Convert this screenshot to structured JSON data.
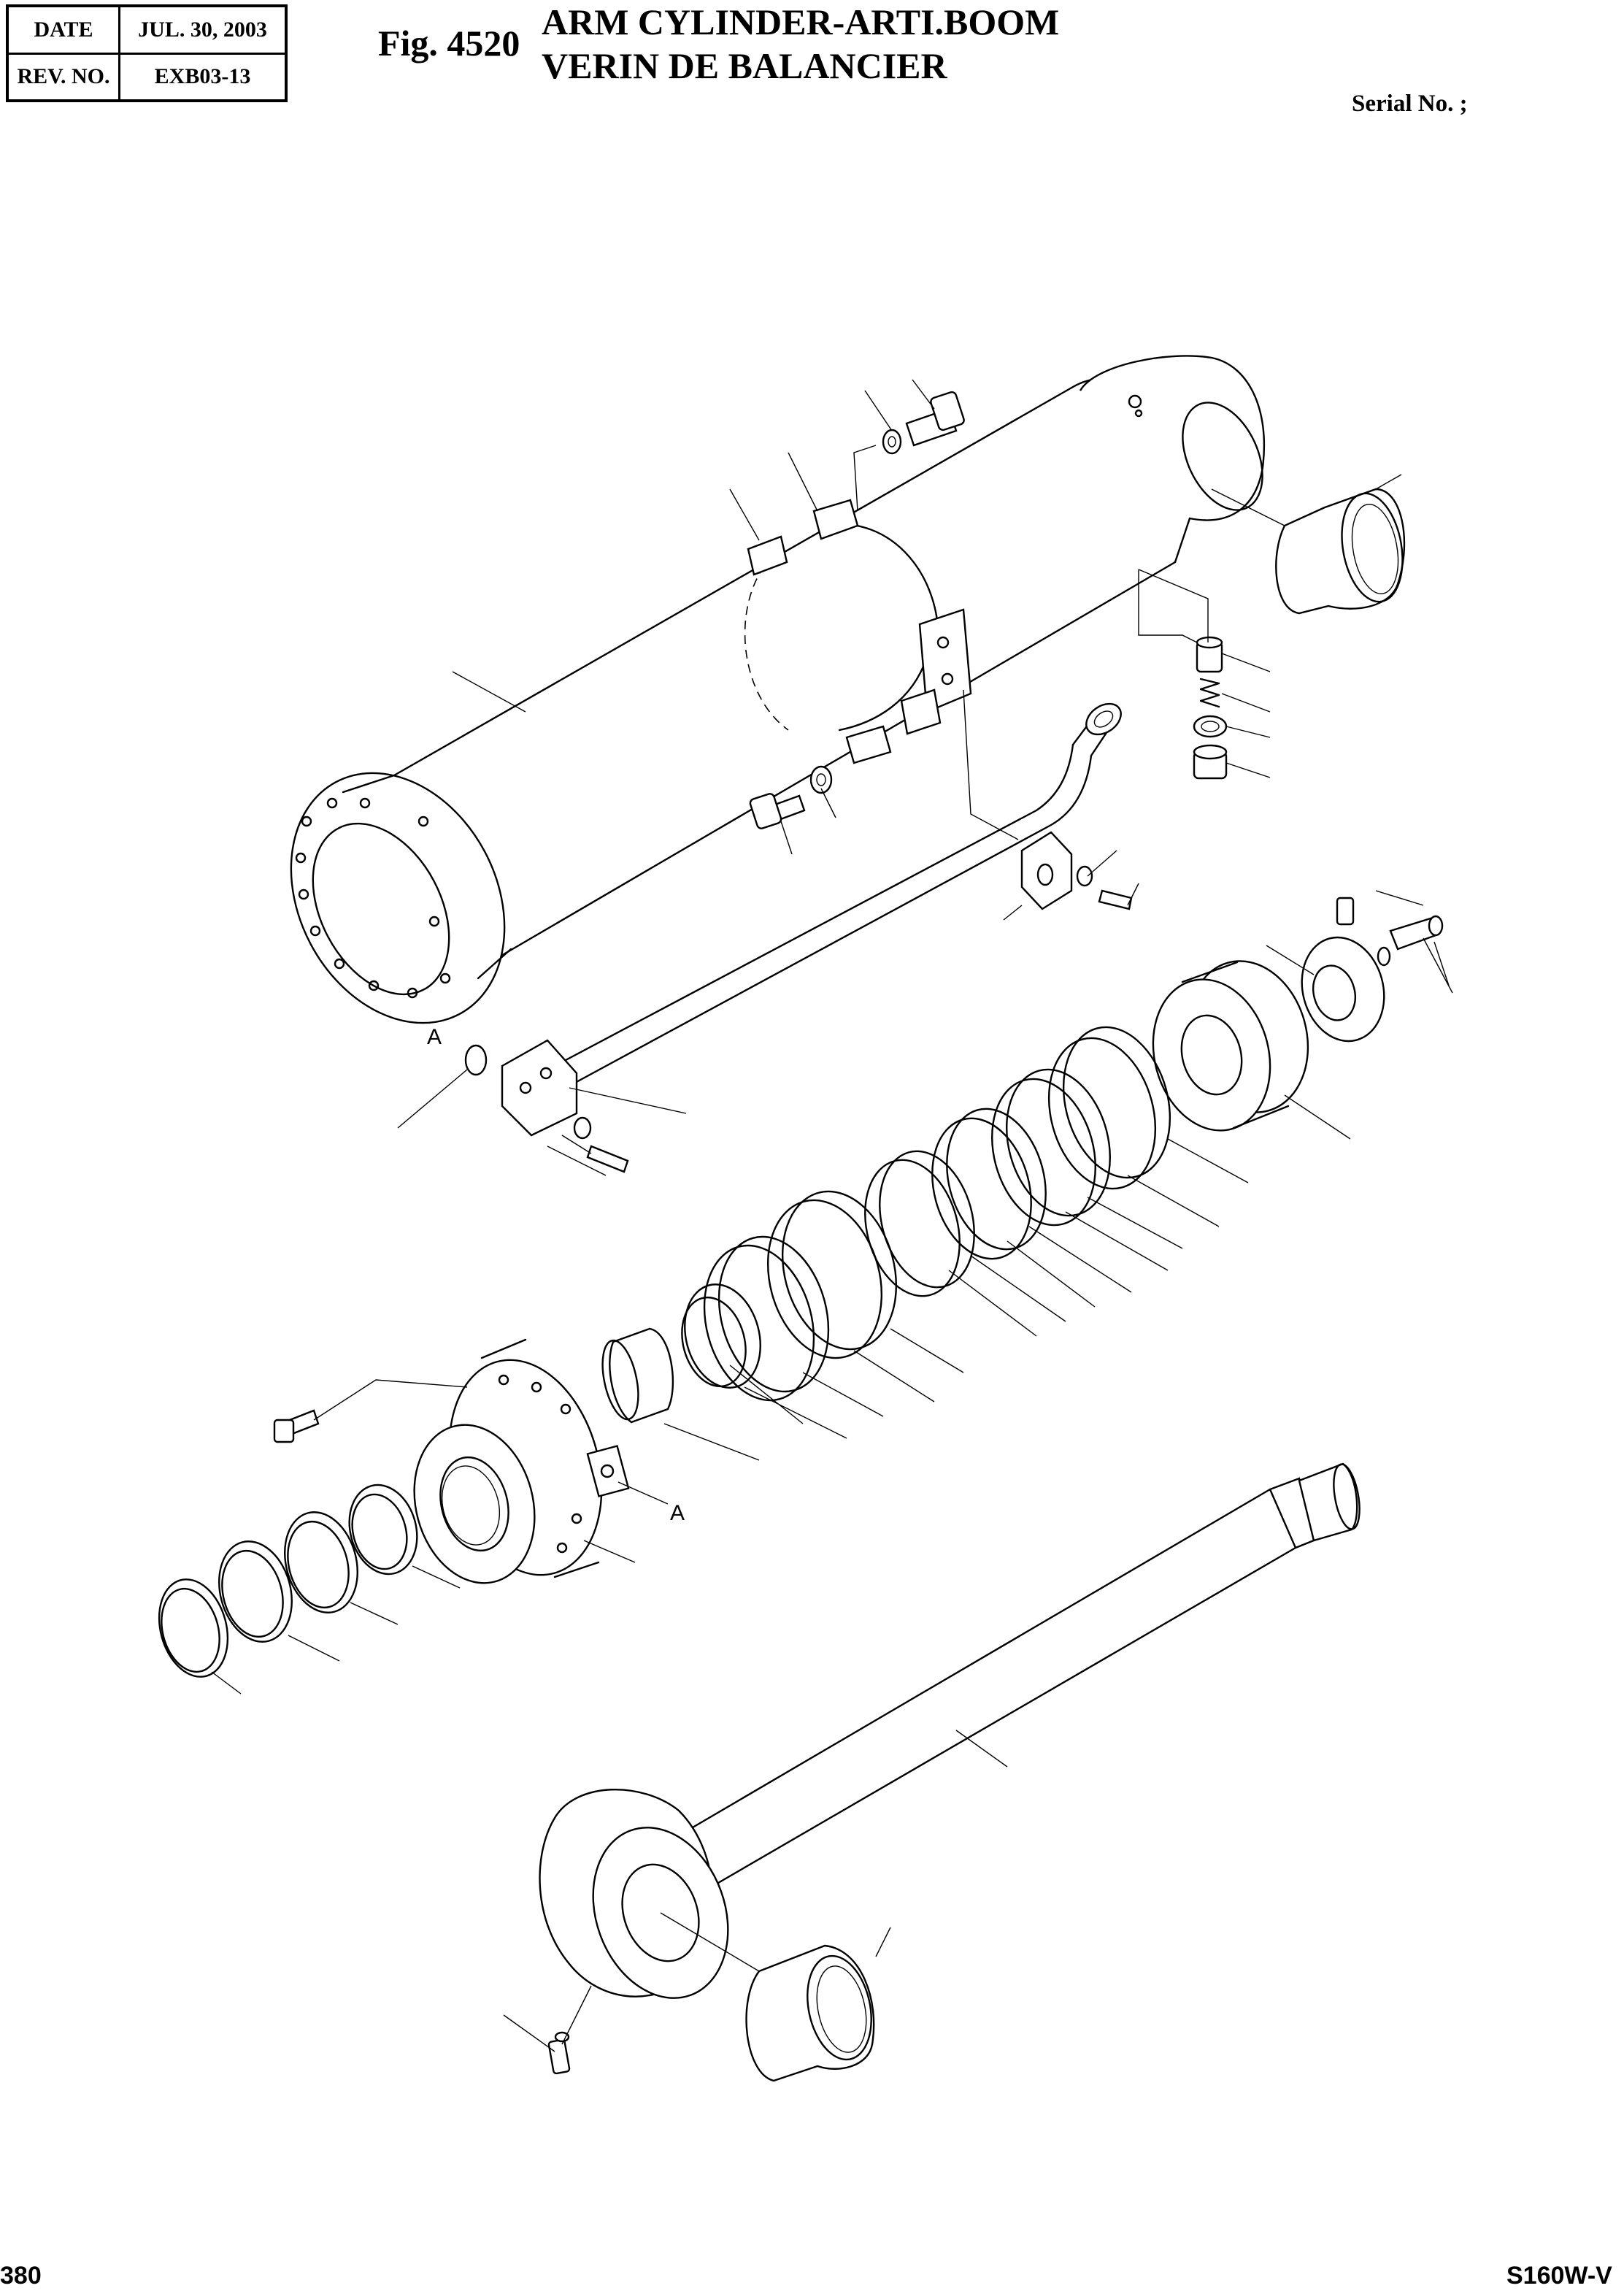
{
  "header": {
    "date_label": "DATE",
    "date_value": "JUL. 30, 2003",
    "rev_label": "REV. NO.",
    "rev_value": "EXB03-13",
    "figure_number": "Fig. 4520",
    "title_line1": "ARM CYLINDER-ARTI.BOOM",
    "title_line2": "VERIN DE BALANCIER",
    "serial": "Serial No. ;"
  },
  "callouts": {
    "a_upper": "A",
    "a_lower": "A"
  },
  "footer": {
    "page_number": "380",
    "model": "S160W-V"
  }
}
